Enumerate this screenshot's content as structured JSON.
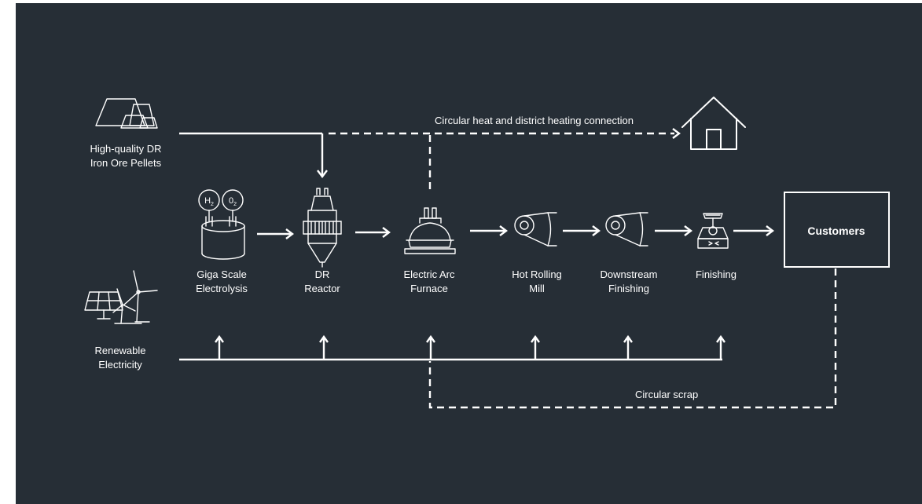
{
  "inputs": {
    "pellets_line1": "High-quality DR",
    "pellets_line2": "Iron Ore Pellets",
    "electricity_line1": "Renewable",
    "electricity_line2": "Electricity"
  },
  "heat_connection_label": "Circular heat and district heating connection",
  "circular_scrap_label": "Circular scrap",
  "electrolysis_badges": {
    "hydrogen": "H",
    "hydrogen_sub": "2",
    "oxygen": "0",
    "oxygen_sub": "2"
  },
  "steps": [
    {
      "line1": "Giga Scale",
      "line2": "Electrolysis"
    },
    {
      "line1": "DR",
      "line2": "Reactor"
    },
    {
      "line1": "Electric Arc",
      "line2": "Furnace"
    },
    {
      "line1": "Hot Rolling",
      "line2": "Mill"
    },
    {
      "line1": "Downstream",
      "line2": "Finishing"
    },
    {
      "line1": "Finishing",
      "line2": ""
    }
  ],
  "customers_label": "Customers",
  "colors": {
    "background": "#262e36",
    "foreground": "#ffffff"
  },
  "icons": [
    "pellets-icon",
    "house-icon",
    "electrolysis-icon",
    "dr-reactor-icon",
    "electric-arc-furnace-icon",
    "hot-rolling-mill-icon",
    "downstream-finishing-icon",
    "finishing-icon",
    "solar-wind-icon"
  ]
}
